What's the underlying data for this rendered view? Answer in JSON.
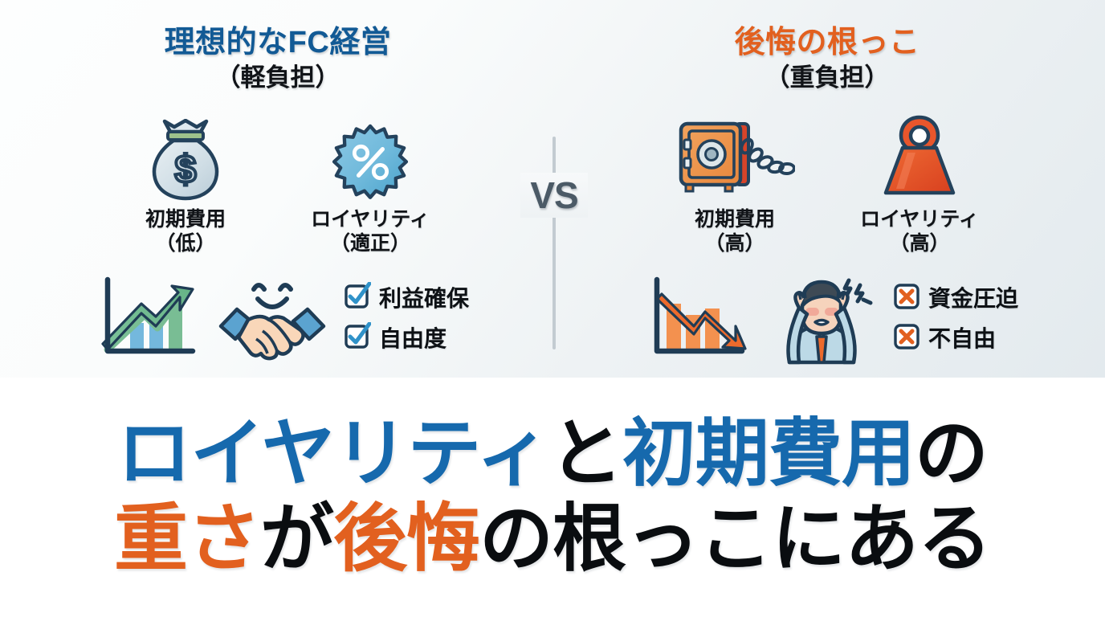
{
  "panel": {
    "left": {
      "heading_title": "理想的なFC経営",
      "heading_subtitle": "（軽負担）",
      "icons": [
        {
          "icon": "money-bag-icon",
          "label_main": "初期費用",
          "label_sub": "（低）"
        },
        {
          "icon": "percent-badge-icon",
          "label_main": "ロイヤリティ",
          "label_sub": "（適正）"
        }
      ],
      "art": [
        {
          "icon": "rising-chart-icon"
        },
        {
          "icon": "handshake-smile-icon"
        }
      ],
      "checklist": [
        {
          "mark": "check-box-icon",
          "label": "利益確保"
        },
        {
          "mark": "check-box-icon",
          "label": "自由度"
        }
      ]
    },
    "right": {
      "heading_title": "後悔の根っこ",
      "heading_subtitle": "（重負担）",
      "icons": [
        {
          "icon": "safe-chained-icon",
          "label_main": "初期費用",
          "label_sub": "（高）"
        },
        {
          "icon": "heavy-weight-icon",
          "label_main": "ロイヤリティ",
          "label_sub": "（高）"
        }
      ],
      "art": [
        {
          "icon": "falling-chart-icon"
        },
        {
          "icon": "stressed-person-icon"
        }
      ],
      "checklist": [
        {
          "mark": "cross-box-icon",
          "label": "資金圧迫"
        },
        {
          "mark": "cross-box-icon",
          "label": "不自由"
        }
      ]
    },
    "versus_label": "VS"
  },
  "headline": {
    "line1": [
      {
        "text": "ロイヤリティ",
        "color_role": "blue"
      },
      {
        "text": "と",
        "color_role": "black"
      },
      {
        "text": "初期費用",
        "color_role": "blue"
      },
      {
        "text": "の",
        "color_role": "black"
      }
    ],
    "line2": [
      {
        "text": "重さ",
        "color_role": "orange"
      },
      {
        "text": "が",
        "color_role": "black"
      },
      {
        "text": "後悔",
        "color_role": "orange"
      },
      {
        "text": "の根っこにある",
        "color_role": "black"
      }
    ]
  },
  "colors": {
    "blue": "#1669ad",
    "heading_blue": "#125a95",
    "orange": "#e2601f",
    "black": "#0a0d10",
    "vs_gray": "#4b5a66",
    "outline_navy": "#24425c"
  }
}
